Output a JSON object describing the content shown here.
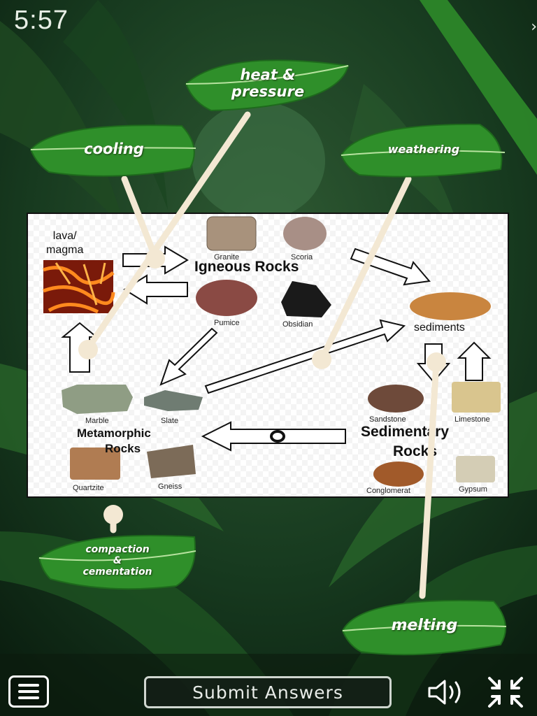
{
  "timer": "5:57",
  "diagram": {
    "labels": {
      "lava": "lava/\nmagma",
      "igneous": "Igneous Rocks",
      "granite": "Granite",
      "scoria": "Scoria",
      "pumice": "Pumice",
      "obsidian": "Obsidian",
      "sediments": "sediments",
      "marble": "Marble",
      "slate": "Slate",
      "metamorphic_1": "Metamorphic",
      "metamorphic_2": "Rocks",
      "quartzite": "Quartzite",
      "gneiss": "Gneiss",
      "sandstone": "Sandstone",
      "limestone": "Limestone",
      "sedimentary_1": "Sedimentary",
      "sedimentary_2": "Rocks",
      "conglomerate": "Conglomerat",
      "gypsum": "Gypsum"
    }
  },
  "leaves": {
    "heat_pressure": "heat &\npressure",
    "cooling": "cooling",
    "weathering": "weathering",
    "compaction": "compaction\n&\ncementation",
    "melting": "melting"
  },
  "bottom_bar": {
    "submit_label": "Submit Answers",
    "menu_icon": "hamburger-menu-icon",
    "sound_icon": "speaker-icon",
    "shrink_icon": "exit-fullscreen-icon"
  },
  "colors": {
    "leaf": "#2f8f2a",
    "leaf_vein": "#b8e3a0",
    "connector": "#f3e8d3"
  }
}
